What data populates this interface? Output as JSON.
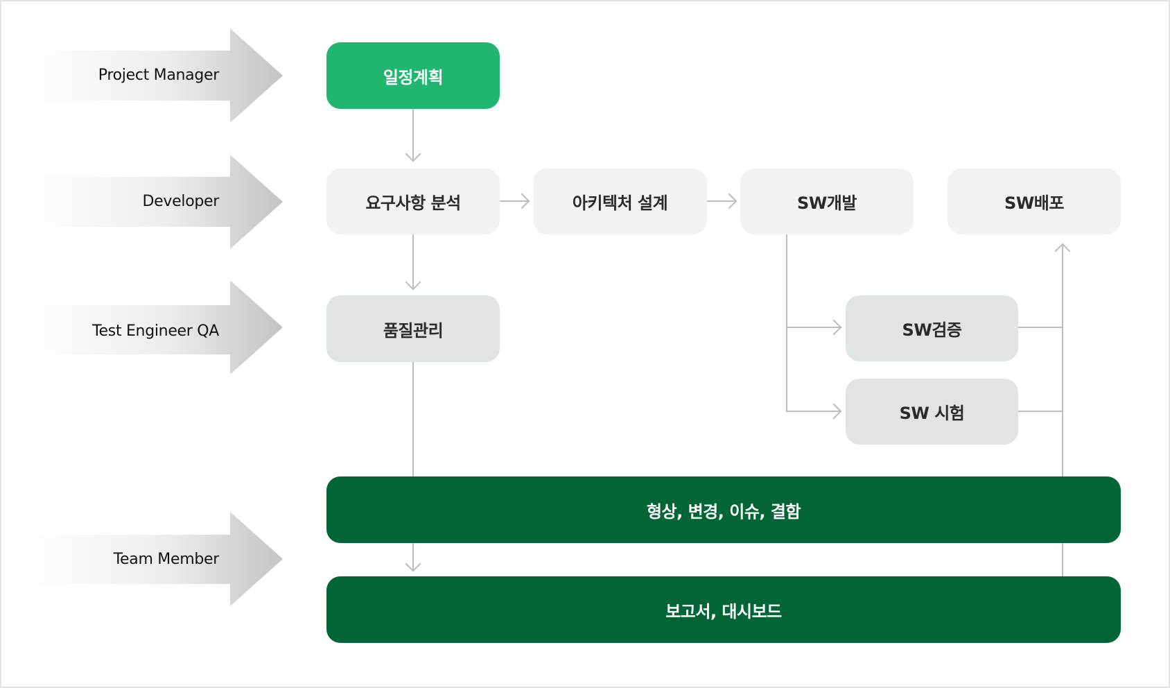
{
  "colors": {
    "accent_green": "#21b66f",
    "dark_green": "#026535",
    "light_node": "#f2f2f2",
    "gray_node": "#e1e5e2",
    "connector": "#bdbdbd",
    "role_arrow_gradient_end": "#c4c4c2"
  },
  "roles": [
    {
      "id": "project-manager",
      "label": "Project Manager"
    },
    {
      "id": "developer",
      "label": "Developer"
    },
    {
      "id": "test-engineer-qa",
      "label": "Test Engineer QA"
    },
    {
      "id": "team-member",
      "label": "Team Member"
    }
  ],
  "nodes": {
    "schedule_planning": "일정계획",
    "requirements_analysis": "요구사항 분석",
    "architecture_design": "아키텍처 설계",
    "sw_development": "SW개발",
    "sw_deployment": "SW배포",
    "quality_management": "품질관리",
    "sw_verification": "SW검증",
    "sw_test": "SW 시험",
    "config_change_issue_defect": "형상, 변경, 이슈, 결함",
    "reports_dashboard": "보고서, 대시보드"
  },
  "connections": [
    {
      "from": "schedule_planning",
      "to": "requirements_analysis",
      "arrow": true
    },
    {
      "from": "requirements_analysis",
      "to": "architecture_design",
      "arrow": true
    },
    {
      "from": "architecture_design",
      "to": "sw_development",
      "arrow": true
    },
    {
      "from": "requirements_analysis",
      "to": "quality_management",
      "arrow": true
    },
    {
      "from": "sw_development",
      "to": "sw_verification",
      "arrow": true
    },
    {
      "from": "sw_development",
      "to": "sw_test",
      "arrow": true
    },
    {
      "from": "sw_verification",
      "to": "sw_deployment",
      "arrow": true
    },
    {
      "from": "sw_test",
      "to": "sw_deployment",
      "arrow": true
    },
    {
      "from": "quality_management",
      "to": "reports_dashboard",
      "arrow": true
    },
    {
      "from": "reports_dashboard",
      "to": "sw_deployment",
      "arrow": true
    }
  ]
}
